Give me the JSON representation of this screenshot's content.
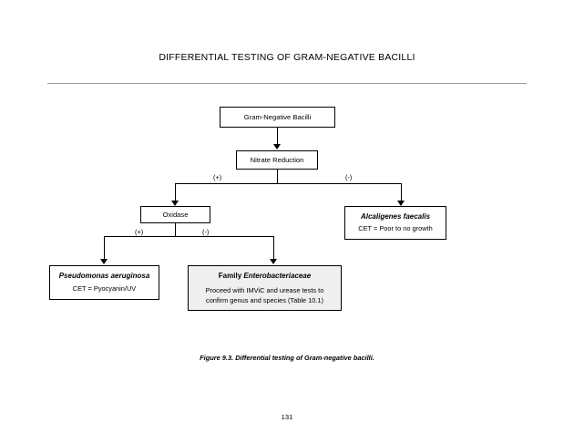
{
  "page": {
    "title": "DIFFERENTIAL TESTING OF GRAM-NEGATIVE BACILLI",
    "caption": "Figure 9.3. Differential testing of Gram-negative bacilli.",
    "page_number": "131"
  },
  "chart_data": {
    "type": "diagram",
    "title": "DIFFERENTIAL TESTING OF GRAM-NEGATIVE BACILLI",
    "nodes": [
      {
        "id": "gram-negative-bacilli",
        "label": "Gram-Negative Bacilli",
        "shaded": false
      },
      {
        "id": "nitrate-reduction",
        "label": "Nitrate Reduction",
        "shaded": false
      },
      {
        "id": "oxidase",
        "label": "Oxidase",
        "shaded": false
      },
      {
        "id": "alcaligenes-faecalis",
        "label": "Alcaligenes faecalis",
        "detail": "CET = Poor to no growth",
        "shaded": false
      },
      {
        "id": "pseudomonas-aeruginosa",
        "label": "Pseudomonas aeruginosa",
        "detail": "CET = Pyocyanin/UV",
        "shaded": false
      },
      {
        "id": "family-enterobacteriaceae",
        "label_prefix": "Family ",
        "label_italic": "Enterobacteriaceae",
        "detail": "Proceed with IMViC and urease tests to confirm genus and species (Table 10.1)",
        "shaded": true
      }
    ],
    "edges": [
      {
        "from": "gram-negative-bacilli",
        "to": "nitrate-reduction",
        "label": ""
      },
      {
        "from": "nitrate-reduction",
        "to": "oxidase",
        "label": "(+)"
      },
      {
        "from": "nitrate-reduction",
        "to": "alcaligenes-faecalis",
        "label": "(-)"
      },
      {
        "from": "oxidase",
        "to": "pseudomonas-aeruginosa",
        "label": "(+)"
      },
      {
        "from": "oxidase",
        "to": "family-enterobacteriaceae",
        "label": "(-)"
      }
    ],
    "edge_labels": {
      "nitrate_plus": "(+)",
      "nitrate_minus": "(-)",
      "oxidase_plus": "(+)",
      "oxidase_minus": "(-)"
    }
  }
}
